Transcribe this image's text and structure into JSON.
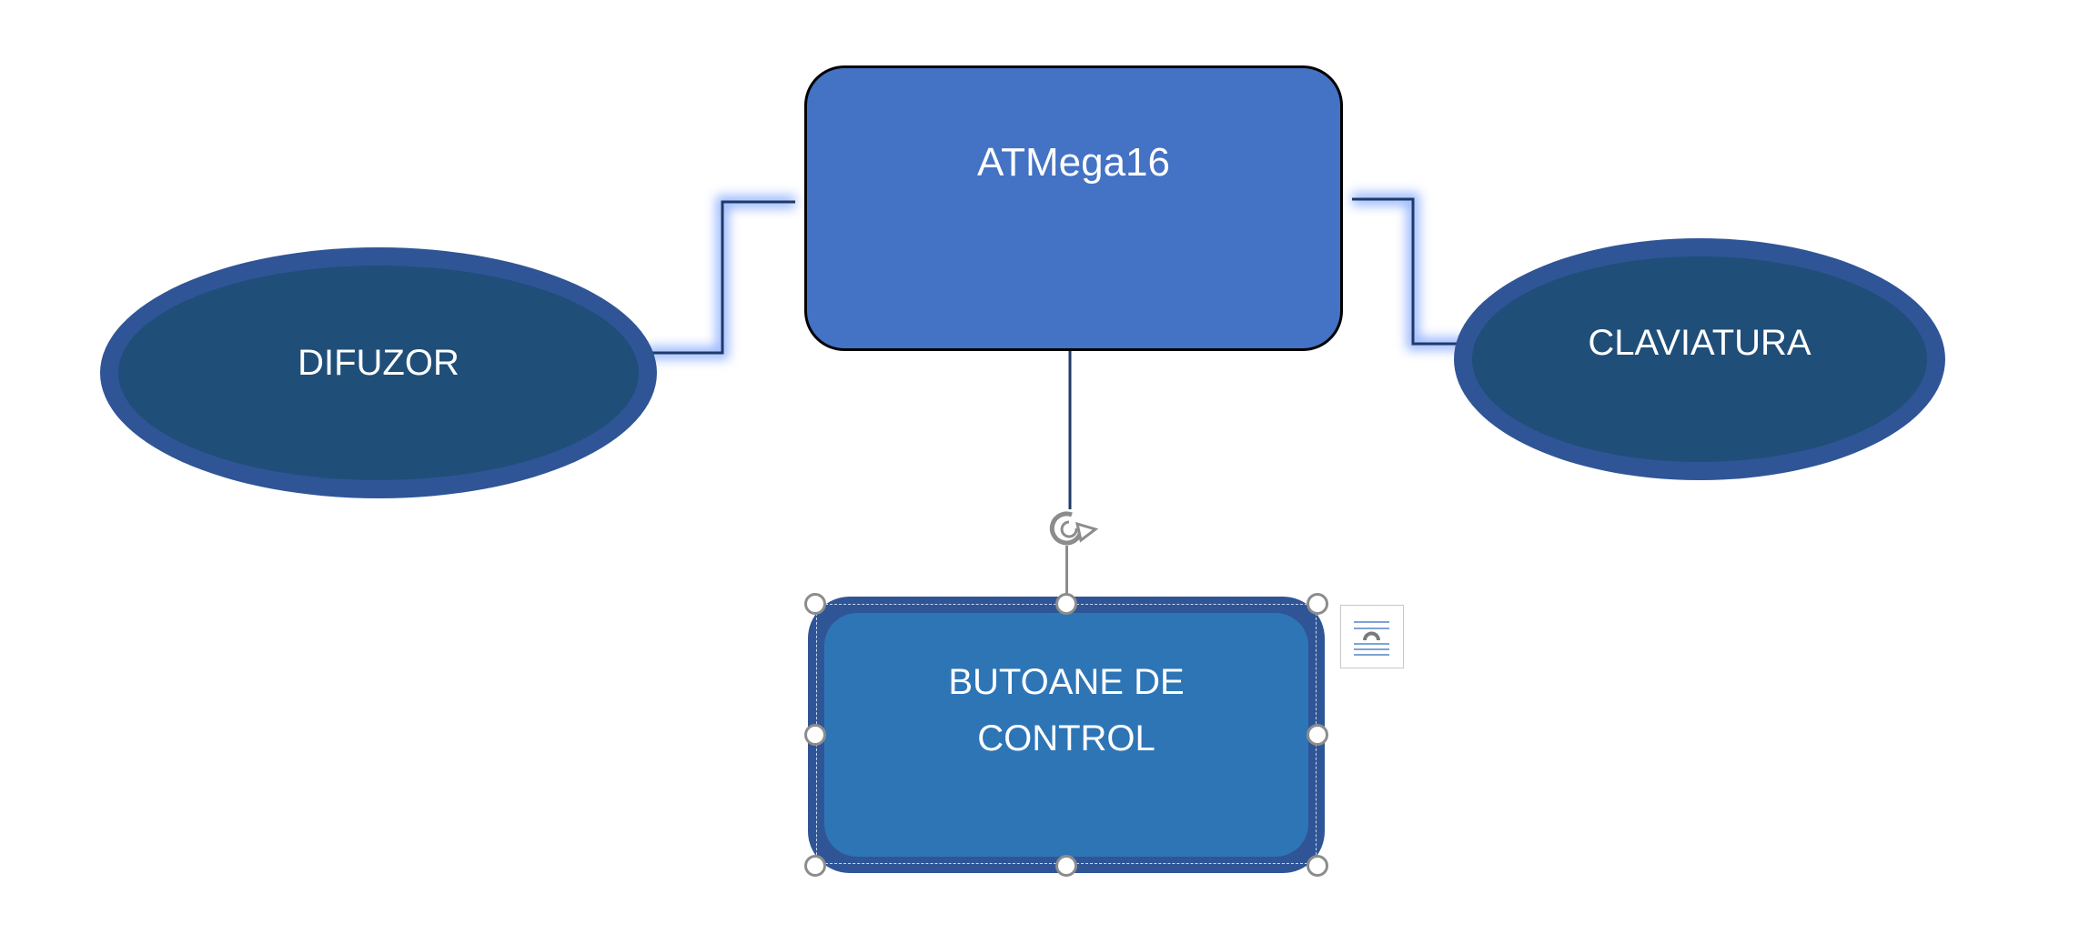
{
  "diagram": {
    "nodes": {
      "main": {
        "label": "ATMega16"
      },
      "difuzor": {
        "label": "DIFUZOR"
      },
      "claviatura": {
        "label": "CLAVIATURA"
      },
      "buttons": {
        "label": "BUTOANE DE CONTROL"
      }
    },
    "edges": [
      {
        "from": "main",
        "to": "difuzor"
      },
      {
        "from": "main",
        "to": "claviatura"
      },
      {
        "from": "main",
        "to": "buttons"
      }
    ],
    "selected": "buttons"
  },
  "colors": {
    "main_fill": "#4472c4",
    "pill_outer": "#2f5597",
    "pill_inner": "#1f4e79",
    "buttons_inner": "#2e75b6",
    "connector_glow": "#8fb0ff",
    "connector_line": "#1f3a68",
    "handle_stroke": "#8c8c8c"
  },
  "icons": {
    "rotate": "rotate-handle-icon",
    "layout": "layout-options-icon"
  }
}
